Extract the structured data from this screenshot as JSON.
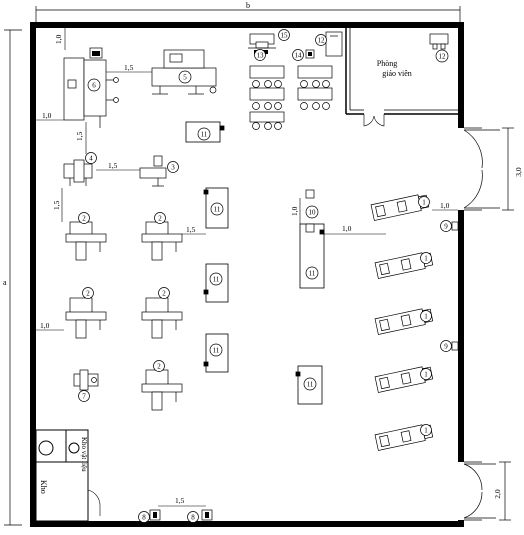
{
  "dimensions": {
    "width_label": "b",
    "height_label": "a",
    "top_gap": "1,0",
    "left_gap_upper": "1,0",
    "left_gap_lower": "1,0",
    "gap_6_to_5": "1,5",
    "gap_6_to_4": "1,5",
    "gap_4_to_3": "1,5",
    "gap_4_to_2": "1,5",
    "gap_2_to_11": "1,5",
    "gap_10_vertical": "1,0",
    "gap_11_to_1": "1,0",
    "gap_1_to_wall": "1,0",
    "gap_8_to_8": "1,5",
    "door_upper": "3,0",
    "door_lower": "2,0"
  },
  "rooms": {
    "teacher_room_line1": "Phòng",
    "teacher_room_line2": "giáo viên",
    "storage": "Kho",
    "storage_small": "Kho vật liệu"
  },
  "equipment": {
    "n1": "1",
    "n2": "2",
    "n3": "3",
    "n4": "4",
    "n5": "5",
    "n6": "6",
    "n7": "7",
    "n8": "8",
    "n9": "9",
    "n10": "10",
    "n11": "11",
    "n12": "12",
    "n13": "13",
    "n14": "14",
    "n15": "15"
  }
}
